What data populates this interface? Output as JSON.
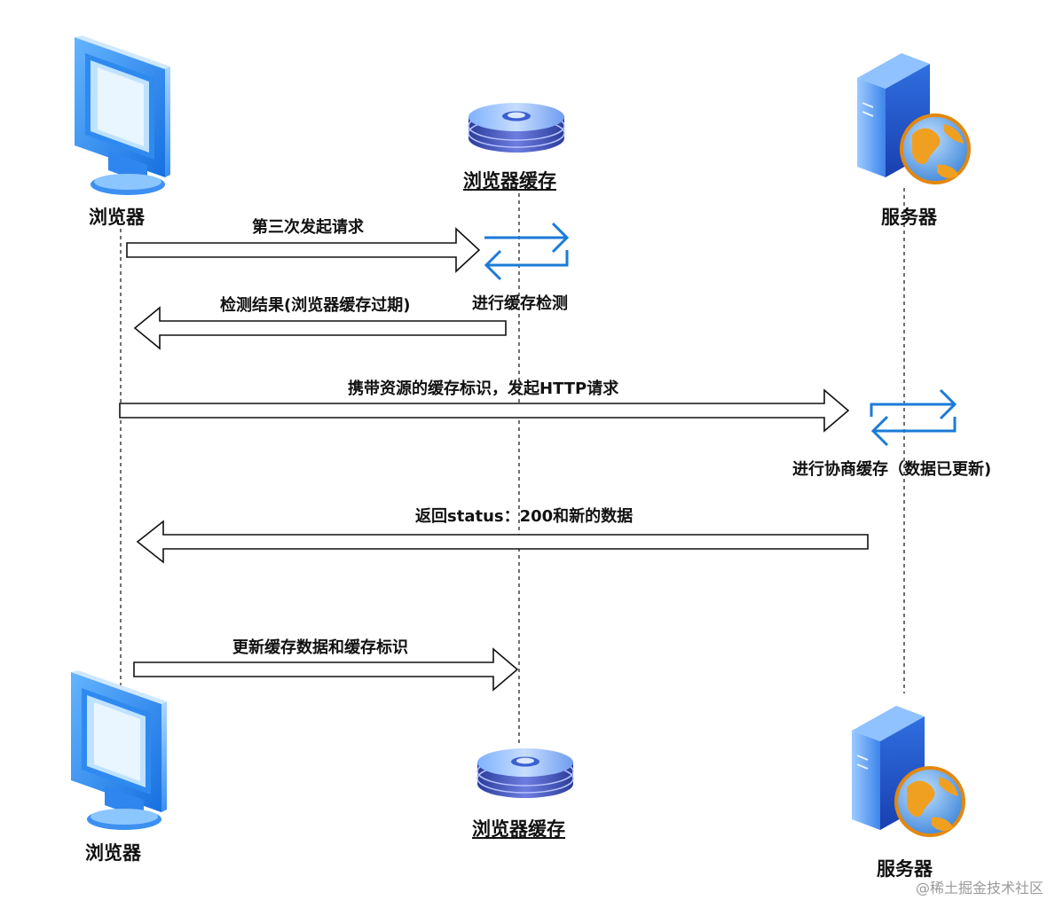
{
  "actors": {
    "browser_top": "浏览器",
    "cache_top": "浏览器缓存",
    "server_top": "服务器",
    "browser_bottom": "浏览器",
    "cache_bottom": "浏览器缓存",
    "server_bottom": "服务器"
  },
  "messages": {
    "m1": "第三次发起请求",
    "m1_note": "进行缓存检测",
    "m2": "检测结果(浏览器缓存过期)",
    "m3": "携带资源的缓存标识，发起HTTP请求",
    "m3_note": "进行协商缓存（数据已更新)",
    "m4": "返回status：200和新的数据",
    "m5": "更新缓存数据和缓存标识"
  },
  "watermark": "@稀土掘金技术社区",
  "colors": {
    "monitor": "#1e7fe6",
    "refresh": "#1a7bd8",
    "disk": "#3f6ee0",
    "server": "#2d66d8",
    "globe": "#f0a020"
  }
}
